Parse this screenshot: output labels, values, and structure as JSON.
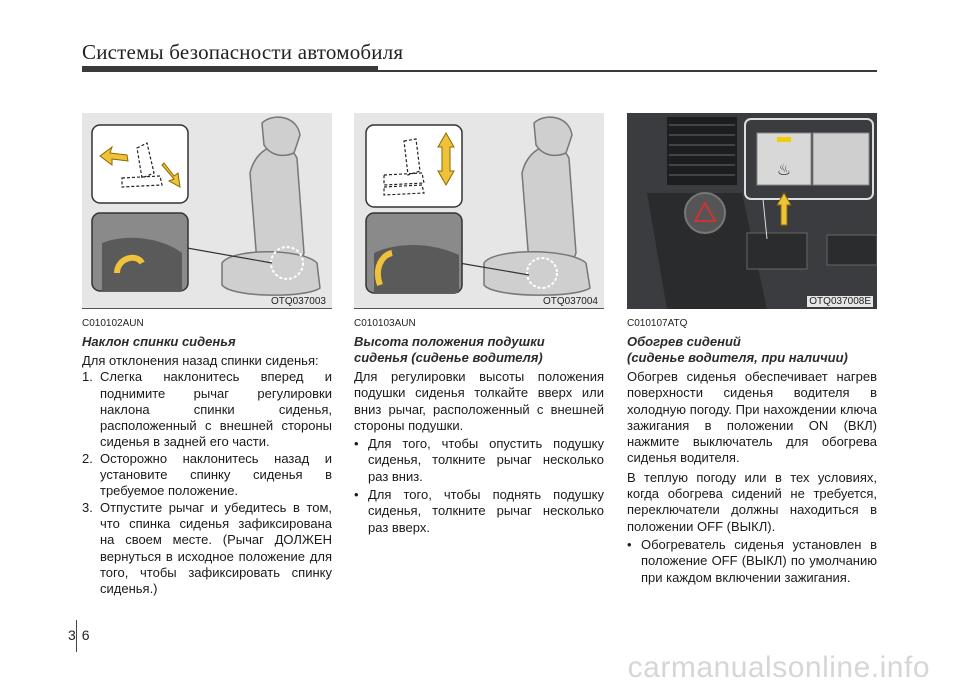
{
  "header": {
    "title": "Системы безопасности автомобиля"
  },
  "columns": [
    {
      "figure_id": "OTQ037003",
      "code": "C010102AUN",
      "heading": "Наклон спинки сиденья",
      "intro": "Для отклонения назад спинки сиденья:",
      "items": [
        {
          "marker": "1.",
          "text": "Слегка наклонитесь вперед и поднимите рычаг регулировки наклона спинки сиденья, расположенный с внешней стороны сиденья в задней его части."
        },
        {
          "marker": "2.",
          "text": "Осторожно наклонитесь назад и установите спинку сиденья в требуемое положение."
        },
        {
          "marker": "3.",
          "text": "Отпустите рычаг и убедитесь в том, что спинка сиденья зафиксирована на своем месте. (Рычаг ДОЛЖЕН вернуться в исходное положение для того, чтобы зафиксировать спинку сиденья.)"
        }
      ]
    },
    {
      "figure_id": "OTQ037004",
      "code": "C010103AUN",
      "heading": "Высота положения подушки\nсиденья (сиденье водителя)",
      "intro": "Для регулировки высоты положения подушки сиденья толкайте вверх или вниз рычаг, расположенный с внешней стороны подушки.",
      "items": [
        {
          "marker": "•",
          "text": "Для того, чтобы опустить подушку сиденья, толкните рычаг несколько раз вниз."
        },
        {
          "marker": "•",
          "text": "Для того, чтобы поднять подушку сиденья, толкните рычаг несколько раз вверх."
        }
      ]
    },
    {
      "figure_id": "OTQ037008E",
      "code": "C010107ATQ",
      "heading": "Обогрев сидений\n(сиденье водителя, при наличии)",
      "intro": "Обогрев сиденья обеспечивает нагрев поверхности сиденья водителя в холодную погоду. При нахождении ключа зажигания в положении ON (ВКЛ) нажмите выключатель для обогрева сиденья водителя.",
      "intro2": "В теплую погоду или в тех условиях, когда обогрева сидений не требуется, переключатели должны находиться в положении OFF (ВЫКЛ).",
      "items": [
        {
          "marker": "•",
          "text": "Обогреватель сиденья установлен в положение OFF (ВЫКЛ) по умолчанию при каждом включении зажигания."
        }
      ]
    }
  ],
  "footer": {
    "page": "36",
    "watermark": "carmanualsonline.info"
  }
}
